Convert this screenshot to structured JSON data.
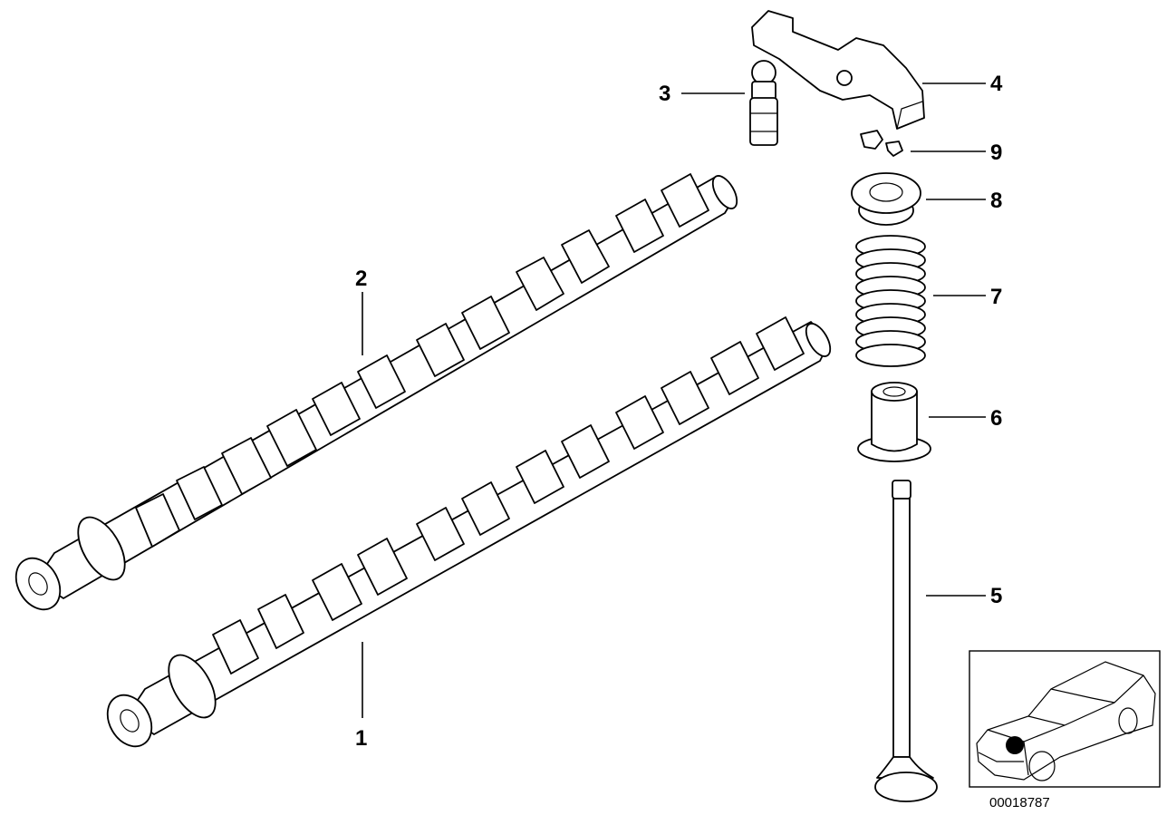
{
  "callouts": {
    "c1": "1",
    "c2": "2",
    "c3": "3",
    "c4": "4",
    "c5": "5",
    "c6": "6",
    "c7": "7",
    "c8": "8",
    "c9": "9"
  },
  "reference_number": "00018787",
  "icons": {
    "inset": "car-location-inset-icon"
  }
}
